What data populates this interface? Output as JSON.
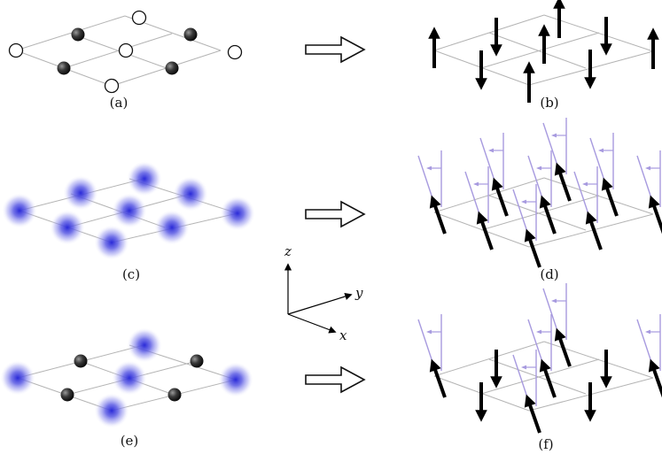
{
  "panels": [
    {
      "id": "a",
      "label": "(a)"
    },
    {
      "id": "b",
      "label": "(b)"
    },
    {
      "id": "c",
      "label": "(c)"
    },
    {
      "id": "d",
      "label": "(d)"
    },
    {
      "id": "e",
      "label": "(e)"
    },
    {
      "id": "f",
      "label": "(f)"
    }
  ],
  "axes": {
    "z": "z",
    "y": "y",
    "x": "x"
  },
  "colors": {
    "grid": "#b4b4b4",
    "filled_site": "#1a1a1a",
    "open_site": "#ffffff",
    "blob": "#3c3cdc",
    "local_spin": "#000000",
    "tilted_guide": "#a79adf"
  }
}
